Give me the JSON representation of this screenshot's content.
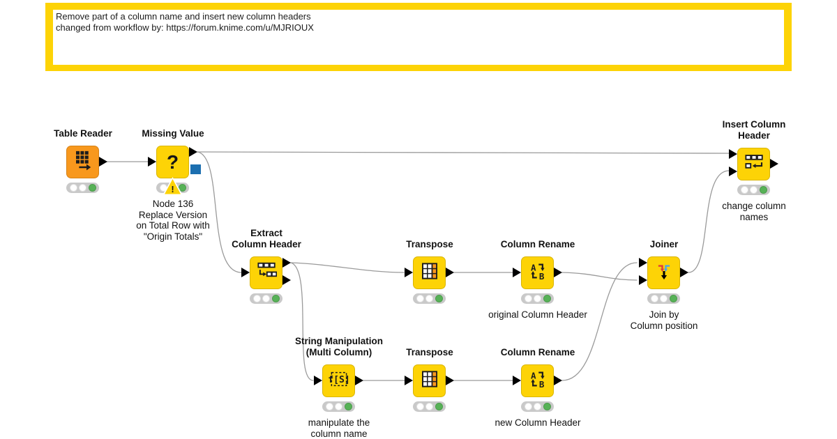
{
  "annotation_box": {
    "line1": "Remove part of a column name and insert new column headers",
    "line2": "changed from workflow by: https://forum.knime.com/u/MJRIOUX"
  },
  "colors": {
    "node_yellow": "#fdd306",
    "node_orange": "#f8981d",
    "annotation_yellow": "#fdd306",
    "warning_yellow": "#fdd306",
    "pmml_port_blue": "#1c6fb0",
    "status_green": "#57b257",
    "wire_gray": "#9a9a9a"
  },
  "workflow": {
    "nodes": [
      {
        "id": "table-reader",
        "title": [
          "Table Reader"
        ],
        "annotation": [],
        "icon": "table-reader-icon",
        "color": "orange",
        "status": "executed"
      },
      {
        "id": "missing-value",
        "title": [
          "Missing Value"
        ],
        "annotation": [
          "Node 136",
          "Replace Version",
          "on Total Row with",
          "\"Origin Totals\""
        ],
        "icon": "question-mark-icon",
        "color": "yellow",
        "status": "warning"
      },
      {
        "id": "extract-column-header",
        "title": [
          "Extract",
          "Column Header"
        ],
        "annotation": [],
        "icon": "extract-column-header-icon",
        "color": "yellow",
        "status": "executed"
      },
      {
        "id": "transpose-1",
        "title": [
          "Transpose"
        ],
        "annotation": [],
        "icon": "transpose-icon",
        "color": "yellow",
        "status": "executed"
      },
      {
        "id": "column-rename-1",
        "title": [
          "Column Rename"
        ],
        "annotation": [
          "original Column Header"
        ],
        "icon": "column-rename-icon",
        "color": "yellow",
        "status": "executed"
      },
      {
        "id": "joiner",
        "title": [
          "Joiner"
        ],
        "annotation": [
          "Join by",
          "Column position"
        ],
        "icon": "joiner-icon",
        "color": "yellow",
        "status": "executed"
      },
      {
        "id": "insert-column-header",
        "title": [
          "Insert Column",
          "Header"
        ],
        "annotation": [
          "change column",
          "names"
        ],
        "icon": "insert-column-header-icon",
        "color": "yellow",
        "status": "executed"
      },
      {
        "id": "string-manipulation-multi-column",
        "title": [
          "String Manipulation",
          "(Multi Column)"
        ],
        "annotation": [
          "manipulate the",
          "column name"
        ],
        "icon": "string-manipulation-icon",
        "color": "yellow",
        "status": "executed"
      },
      {
        "id": "transpose-2",
        "title": [
          "Transpose"
        ],
        "annotation": [],
        "icon": "transpose-icon",
        "color": "yellow",
        "status": "executed"
      },
      {
        "id": "column-rename-2",
        "title": [
          "Column Rename"
        ],
        "annotation": [
          "new Column Header"
        ],
        "icon": "column-rename-icon",
        "color": "yellow",
        "status": "executed"
      }
    ]
  }
}
